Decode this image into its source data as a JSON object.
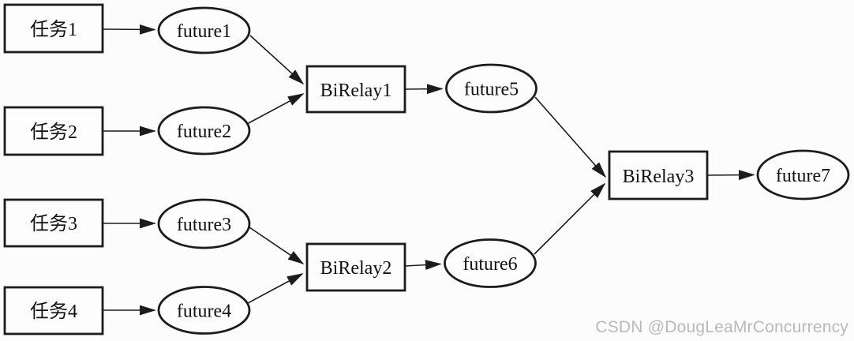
{
  "diagram": {
    "background_color": "#fcfcfc",
    "line_color": "#1c1c1c",
    "node_fill_color": "#fdfdfd",
    "nodes": {
      "task1": {
        "shape": "rect",
        "label": "任务1"
      },
      "task2": {
        "shape": "rect",
        "label": "任务2"
      },
      "task3": {
        "shape": "rect",
        "label": "任务3"
      },
      "task4": {
        "shape": "rect",
        "label": "任务4"
      },
      "future1": {
        "shape": "ellipse",
        "label": "future1"
      },
      "future2": {
        "shape": "ellipse",
        "label": "future2"
      },
      "future3": {
        "shape": "ellipse",
        "label": "future3"
      },
      "future4": {
        "shape": "ellipse",
        "label": "future4"
      },
      "birelay1": {
        "shape": "rect",
        "label": "BiRelay1"
      },
      "birelay2": {
        "shape": "rect",
        "label": "BiRelay2"
      },
      "birelay3": {
        "shape": "rect",
        "label": "BiRelay3"
      },
      "future5": {
        "shape": "ellipse",
        "label": "future5"
      },
      "future6": {
        "shape": "ellipse",
        "label": "future6"
      },
      "future7": {
        "shape": "ellipse",
        "label": "future7"
      }
    },
    "edges": [
      {
        "from": "task1",
        "to": "future1"
      },
      {
        "from": "task2",
        "to": "future2"
      },
      {
        "from": "task3",
        "to": "future3"
      },
      {
        "from": "task4",
        "to": "future4"
      },
      {
        "from": "future1",
        "to": "birelay1"
      },
      {
        "from": "future2",
        "to": "birelay1"
      },
      {
        "from": "future3",
        "to": "birelay2"
      },
      {
        "from": "future4",
        "to": "birelay2"
      },
      {
        "from": "birelay1",
        "to": "future5"
      },
      {
        "from": "birelay2",
        "to": "future6"
      },
      {
        "from": "future5",
        "to": "birelay3"
      },
      {
        "from": "future6",
        "to": "birelay3"
      },
      {
        "from": "birelay3",
        "to": "future7"
      }
    ]
  },
  "watermark": {
    "text": "CSDN @DougLeaMrConcurrency",
    "color": "#b9b9b9"
  }
}
